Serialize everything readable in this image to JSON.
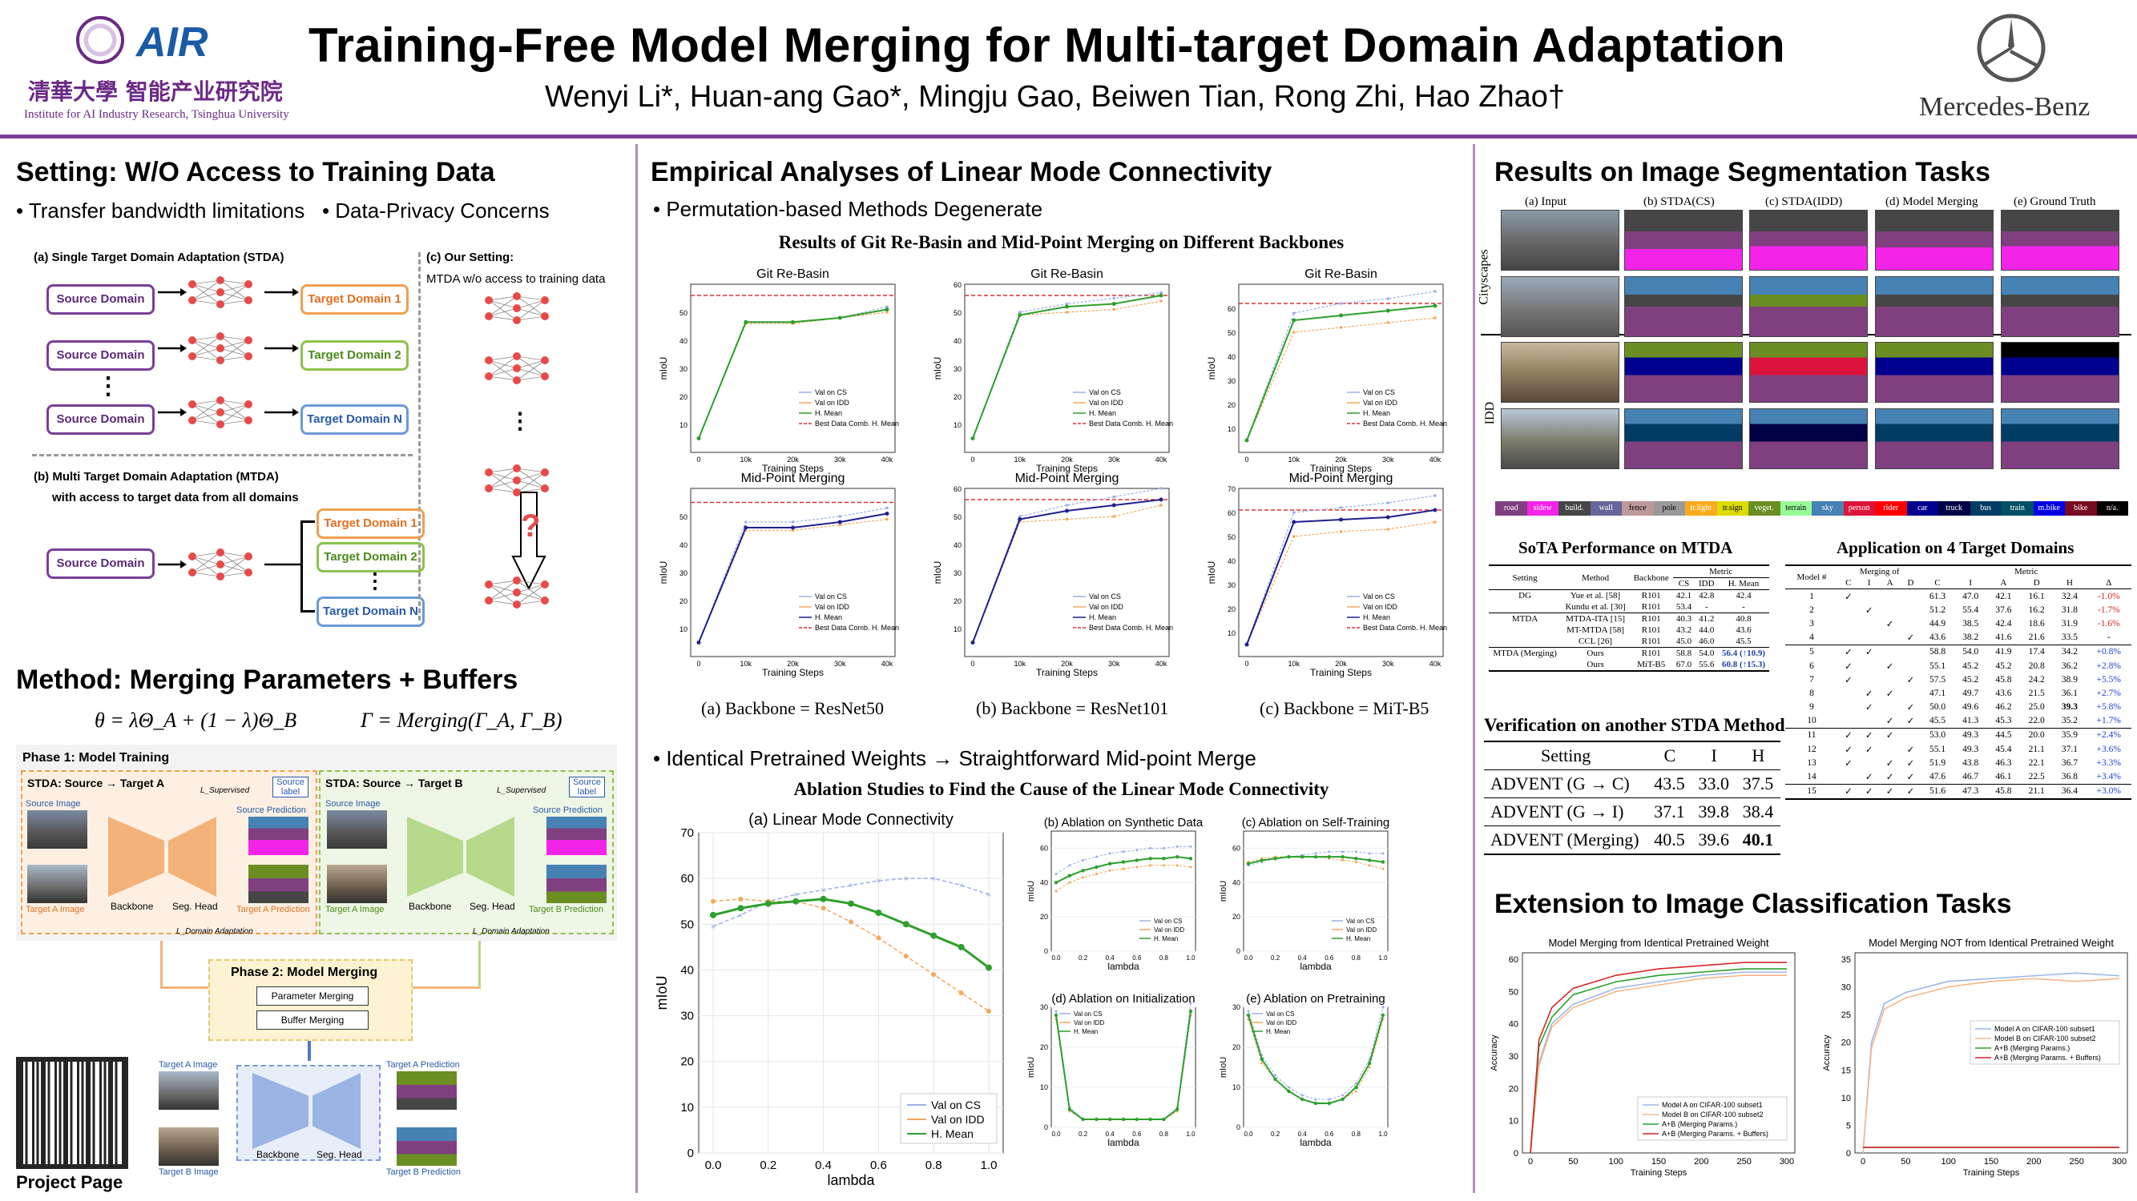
{
  "header": {
    "title": "Training-Free Model Merging for Multi-target Domain Adaptation",
    "authors": "Wenyi Li*, Huan-ang Gao*, Mingju Gao, Beiwen Tian, Rong Zhi, Hao Zhao†",
    "left_logo_text": "AIR",
    "left_logo_chinese": "清華大學 智能产业研究院",
    "left_logo_sub": "Institute for AI Industry Research, Tsinghua University",
    "right_logo_text": "Mercedes-Benz"
  },
  "setting": {
    "title": "Setting: W/O Access to Training Data",
    "bullets": "• Transfer bandwidth limitations   • Data-Privacy Concerns",
    "stda_label": "(a) Single Target Domain Adaptation (STDA)",
    "our_setting_label": "(c) Our Setting:",
    "our_setting_desc": "MTDA w/o access to training data",
    "source_domain": "Source Domain",
    "target1": "Target Domain 1",
    "target2": "Target Domain 2",
    "targetN": "Target Domain N",
    "mtda_label": "(b) Multi Target Domain Adaptation (MTDA)",
    "mtda_sub": "with access to target data from all domains",
    "question": "?"
  },
  "method": {
    "title": "Method: Merging Parameters + Buffers",
    "eq1": "θ = λΘ_A + (1 − λ)Θ_B",
    "eq2": "Γ = Merging(Γ_A, Γ_B)",
    "phase1": "Phase 1: Model Training",
    "stda_a": "STDA: Source → Target A",
    "stda_b": "STDA: Source → Target B",
    "source_image": "Source Image",
    "source_label": "Source label",
    "source_prediction": "Source Prediction",
    "supervised": "L_Supervised",
    "backbone": "Backbone",
    "seg_head": "Seg. Head",
    "target_a_image": "Target A Image",
    "target_a_prediction": "Target A Prediction",
    "target_b_image": "Target B Image",
    "target_b_prediction": "Target B Prediction",
    "domain_adaptation": "L_Domain Adaptation",
    "phase2": "Phase 2: Model Merging",
    "param_merging": "Parameter Merging",
    "buffer_merging": "Buffer Merging",
    "project_page": "Project Page"
  },
  "empirical": {
    "title": "Empirical Analyses of Linear Mode Connectivity",
    "bullet1": "• Permutation-based Methods Degenerate",
    "fig1_title": "Results of Git Re-Basin and Mid-Point Merging on Different Backbones",
    "row1_title": "Git Re-Basin",
    "row2_title": "Mid-Point Merging",
    "ylabel": "mIoU",
    "xlabel": "Training Steps",
    "xticks": [
      "0",
      "10k",
      "20k",
      "30k",
      "40k"
    ],
    "legend": [
      "Val on CS",
      "Val on IDD",
      "H. Mean",
      "Best Data Comb. H. Mean"
    ],
    "captions": [
      "(a) Backbone = ResNet50",
      "(b) Backbone = ResNet101",
      "(c) Backbone = MiT-B5"
    ],
    "bullet2": "• Identical Pretrained Weights → Straightforward Mid-point Merge",
    "fig2_title": "Ablation Studies to Find the Cause of the Linear Mode Connectivity",
    "big_title": "(a) Linear Mode Connectivity",
    "small_titles": [
      "(b) Ablation on Synthetic Data",
      "(c) Ablation on Self-Training",
      "(d) Ablation on Initialization",
      "(e) Ablation on Pretraining"
    ],
    "lambda_label": "lambda",
    "legend3": [
      "Val on CS",
      "Val on IDD",
      "H. Mean"
    ]
  },
  "results": {
    "title": "Results on Image Segmentation Tasks",
    "columns": [
      "(a) Input",
      "(b) STDA(CS)",
      "(c) STDA(IDD)",
      "(d) Model Merging",
      "(e) Ground Truth"
    ],
    "rows": [
      "Cityscapes",
      "IDD"
    ],
    "classes": [
      "road",
      "sidew",
      "build.",
      "wall",
      "fence",
      "pole",
      "tr.light",
      "tr.sign",
      "veget.",
      "terrain",
      "sky",
      "person",
      "rider",
      "car",
      "truck",
      "bus",
      "train",
      "m.bike",
      "bike",
      "n/a."
    ],
    "class_colors": [
      "#804080",
      "#f423e8",
      "#464646",
      "#66669c",
      "#be9999",
      "#999999",
      "#faaa1e",
      "#dcdc00",
      "#6b8e23",
      "#98fb98",
      "#4682b4",
      "#dc143c",
      "#ff0000",
      "#00008e",
      "#000046",
      "#003c64",
      "#005064",
      "#0000e6",
      "#770b20",
      "#000000"
    ]
  },
  "sota": {
    "title": "SoTA Performance on MTDA",
    "headers": [
      "Setting",
      "Method",
      "Backbone",
      "Metric",
      "CS",
      "IDD",
      "H. Mean"
    ],
    "rows": [
      [
        "DG",
        "Yue et al. [58]",
        "R101",
        "42.1",
        "42.8",
        "42.4"
      ],
      [
        "",
        "Kundu et al. [30]",
        "R101",
        "53.4",
        "-",
        "-"
      ],
      [
        "MTDA",
        "MTDA-ITA [15]",
        "R101",
        "40.3",
        "41.2",
        "40.8"
      ],
      [
        "",
        "MT-MTDA [58]",
        "R101",
        "43.2",
        "44.0",
        "43.6"
      ],
      [
        "",
        "CCL [26]",
        "R101",
        "45.0",
        "46.0",
        "45.5"
      ],
      [
        "MTDA (Merging)",
        "Ours",
        "R101",
        "58.8",
        "54.0",
        "56.4 (↑10.9)"
      ],
      [
        "",
        "Ours",
        "MiT-B5",
        "67.0",
        "55.6",
        "60.8 (↑15.3)"
      ]
    ]
  },
  "verif": {
    "title": "Verification on another STDA Method",
    "headers": [
      "Setting",
      "C",
      "I",
      "H"
    ],
    "rows": [
      [
        "ADVENT (G → C)",
        "43.5",
        "33.0",
        "37.5"
      ],
      [
        "ADVENT (G → I)",
        "37.1",
        "39.8",
        "38.4"
      ],
      [
        "ADVENT (Merging)",
        "40.5",
        "39.6",
        "40.1"
      ]
    ]
  },
  "app4": {
    "title": "Application on 4 Target Domains",
    "merging_of": "Merging of",
    "metric": "Metric",
    "headers": [
      "Model #",
      "C",
      "I",
      "A",
      "D",
      "C",
      "I",
      "A",
      "D",
      "H",
      "Δ"
    ],
    "rows": [
      [
        "1",
        "✓",
        "",
        "",
        "",
        "61.3",
        "47.0",
        "42.1",
        "16.1",
        "32.4",
        "-1.0%"
      ],
      [
        "2",
        "",
        "✓",
        "",
        "",
        "51.2",
        "55.4",
        "37.6",
        "16.2",
        "31.8",
        "-1.7%"
      ],
      [
        "3",
        "",
        "",
        "✓",
        "",
        "44.9",
        "38.5",
        "42.4",
        "18.6",
        "31.9",
        "-1.6%"
      ],
      [
        "4",
        "",
        "",
        "",
        "✓",
        "43.6",
        "38.2",
        "41.6",
        "21.6",
        "33.5",
        "-"
      ],
      [
        "5",
        "✓",
        "✓",
        "",
        "",
        "58.8",
        "54.0",
        "41.9",
        "17.4",
        "34.2",
        "+0.8%"
      ],
      [
        "6",
        "✓",
        "",
        "✓",
        "",
        "55.1",
        "45.2",
        "45.2",
        "20.8",
        "36.2",
        "+2.8%"
      ],
      [
        "7",
        "✓",
        "",
        "",
        "✓",
        "57.5",
        "45.2",
        "45.8",
        "24.2",
        "38.9",
        "+5.5%"
      ],
      [
        "8",
        "",
        "✓",
        "✓",
        "",
        "47.1",
        "49.7",
        "43.6",
        "21.5",
        "36.1",
        "+2.7%"
      ],
      [
        "9",
        "",
        "✓",
        "",
        "✓",
        "50.0",
        "49.6",
        "46.2",
        "25.0",
        "39.3",
        "+5.8%"
      ],
      [
        "10",
        "",
        "",
        "✓",
        "✓",
        "45.5",
        "41.3",
        "45.3",
        "22.0",
        "35.2",
        "+1.7%"
      ],
      [
        "11",
        "✓",
        "✓",
        "✓",
        "",
        "53.0",
        "49.3",
        "44.5",
        "20.0",
        "35.9",
        "+2.4%"
      ],
      [
        "12",
        "✓",
        "✓",
        "",
        "✓",
        "55.1",
        "49.3",
        "45.4",
        "21.1",
        "37.1",
        "+3.6%"
      ],
      [
        "13",
        "✓",
        "",
        "✓",
        "✓",
        "51.9",
        "43.8",
        "46.3",
        "22.1",
        "36.7",
        "+3.3%"
      ],
      [
        "14",
        "",
        "✓",
        "✓",
        "✓",
        "47.6",
        "46.7",
        "46.1",
        "22.5",
        "36.8",
        "+3.4%"
      ],
      [
        "15",
        "✓",
        "✓",
        "✓",
        "✓",
        "51.6",
        "47.3",
        "45.8",
        "21.1",
        "36.4",
        "+3.0%"
      ]
    ]
  },
  "classif": {
    "title": "Extension to Image Classification Tasks",
    "left_title": "Model Merging from Identical Pretrained Weight",
    "right_title": "Model Merging NOT from Identical Pretrained Weight",
    "ylabel": "Accuracy",
    "xlabel": "Training Steps",
    "xticks": [
      "0",
      "50",
      "100",
      "150",
      "200",
      "250",
      "300"
    ],
    "legend": [
      "Model A on CIFAR-100 subset1",
      "Model B on CIFAR-100 subset2",
      "A+B (Merging Params.)",
      "A+B (Merging Params. + Buffers)"
    ]
  },
  "chart_data": [
    {
      "type": "line",
      "title": "(a) Linear Mode Connectivity",
      "xlabel": "lambda",
      "ylabel": "mIoU",
      "x": [
        0.0,
        0.1,
        0.2,
        0.3,
        0.4,
        0.5,
        0.6,
        0.7,
        0.8,
        0.9,
        1.0
      ],
      "ylim": [
        0,
        70
      ],
      "series": [
        {
          "name": "Val on CS",
          "values": [
            49.5,
            52,
            55,
            56.5,
            57.5,
            58.5,
            59.5,
            60,
            60,
            58.5,
            56.5
          ]
        },
        {
          "name": "Val on IDD",
          "values": [
            55,
            55.5,
            55,
            55,
            53.5,
            50.5,
            47,
            43,
            39,
            35,
            31
          ]
        },
        {
          "name": "H. Mean",
          "values": [
            52,
            53.5,
            54.5,
            55,
            55.5,
            54.5,
            52.5,
            50,
            47.5,
            45,
            40.5
          ]
        }
      ]
    },
    {
      "type": "line",
      "title": "Model Merging from Identical Pretrained Weight",
      "xlabel": "Training Steps",
      "ylabel": "Accuracy",
      "ylim": [
        0,
        60
      ],
      "x": [
        0,
        10,
        25,
        50,
        100,
        150,
        200,
        250,
        300
      ],
      "series": [
        {
          "name": "Model A on CIFAR-100 subset1",
          "values": [
            0,
            28,
            40,
            46,
            51,
            53,
            55,
            56,
            56
          ]
        },
        {
          "name": "Model B on CIFAR-100 subset2",
          "values": [
            0,
            27,
            39,
            45,
            50,
            52,
            54,
            55,
            55
          ]
        },
        {
          "name": "A+B (Merging Params.)",
          "values": [
            0,
            33,
            42,
            49,
            53,
            55,
            56,
            57,
            57
          ]
        },
        {
          "name": "A+B (Merging Params. + Buffers)",
          "values": [
            0,
            35,
            45,
            51,
            55,
            57,
            58,
            59,
            59
          ]
        }
      ]
    },
    {
      "type": "line",
      "title": "Model Merging NOT from Identical Pretrained Weight",
      "xlabel": "Training Steps",
      "ylabel": "Accuracy",
      "ylim": [
        0,
        35
      ],
      "x": [
        0,
        10,
        25,
        50,
        100,
        150,
        200,
        250,
        300
      ],
      "series": [
        {
          "name": "Model A on CIFAR-100 subset1",
          "values": [
            0,
            20,
            27,
            29,
            31,
            31.5,
            32,
            32.5,
            32
          ]
        },
        {
          "name": "Model B on CIFAR-100 subset2",
          "values": [
            0,
            19,
            26,
            28,
            30,
            31,
            31.5,
            31,
            31.5
          ]
        },
        {
          "name": "A+B (Merging Params.)",
          "values": [
            1,
            1,
            1,
            1,
            1,
            1,
            1,
            1,
            1
          ]
        },
        {
          "name": "A+B (Merging Params. + Buffers)",
          "values": [
            1,
            1,
            1,
            1,
            1,
            1,
            1,
            1,
            1
          ]
        }
      ]
    }
  ]
}
